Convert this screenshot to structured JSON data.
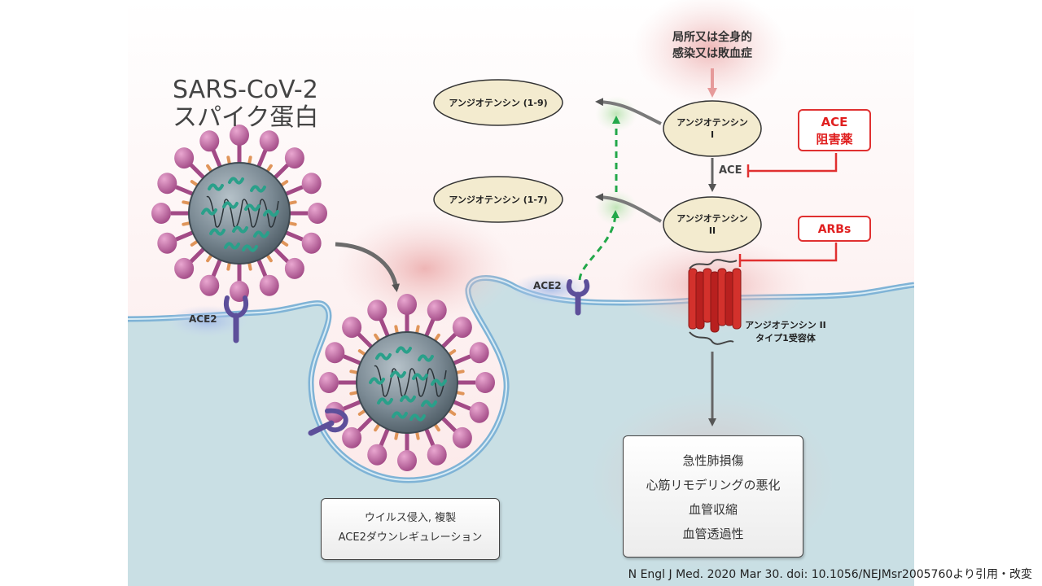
{
  "title": {
    "line1": "SARS-CoV-2",
    "line2": "スパイク蛋白"
  },
  "infection": {
    "line1": "局所又は全身的",
    "line2": "感染又は敗血症"
  },
  "angiotensin": {
    "ang19": "アンジオテンシン (1-9)",
    "ang17": "アンジオテンシン (1-7)",
    "ang1_line1": "アンジオテンシン",
    "ang1_line2": "I",
    "ang2_line1": "アンジオテンシン",
    "ang2_line2": "II"
  },
  "ace_label": "ACE",
  "ace_inhibitor": {
    "line1": "ACE",
    "line2": "阻害薬"
  },
  "arbs": "ARBs",
  "ace2_left": "ACE2",
  "ace2_mid": "ACE2",
  "receptor": {
    "line1": "アンジオテンシン II",
    "line2": "タイプ1受容体"
  },
  "entry_box": {
    "line1": "ウイルス侵入, 複製",
    "line2": "ACE2ダウンレギュレーション"
  },
  "effects_box": {
    "items": [
      "急性肺損傷",
      "心筋リモデリングの悪化",
      "血管収縮",
      "血管透過性"
    ]
  },
  "citation": "N Engl J Med. 2020 Mar 30. doi: 10.1056/NEJMsr2005760より引用・改変",
  "colors": {
    "extracellular": "#fdeeee",
    "intracellular": "#c9dfe4",
    "membrane": "#7fb3d6",
    "virus_spike": "#b0558f",
    "virus_core": "#5f6e78",
    "rna": "#2aa08a",
    "receptor": "#d3312c",
    "ace2": "#5d4f9a",
    "inhibitor_red": "#e03030",
    "dashed_arrow": "#23a84a"
  }
}
